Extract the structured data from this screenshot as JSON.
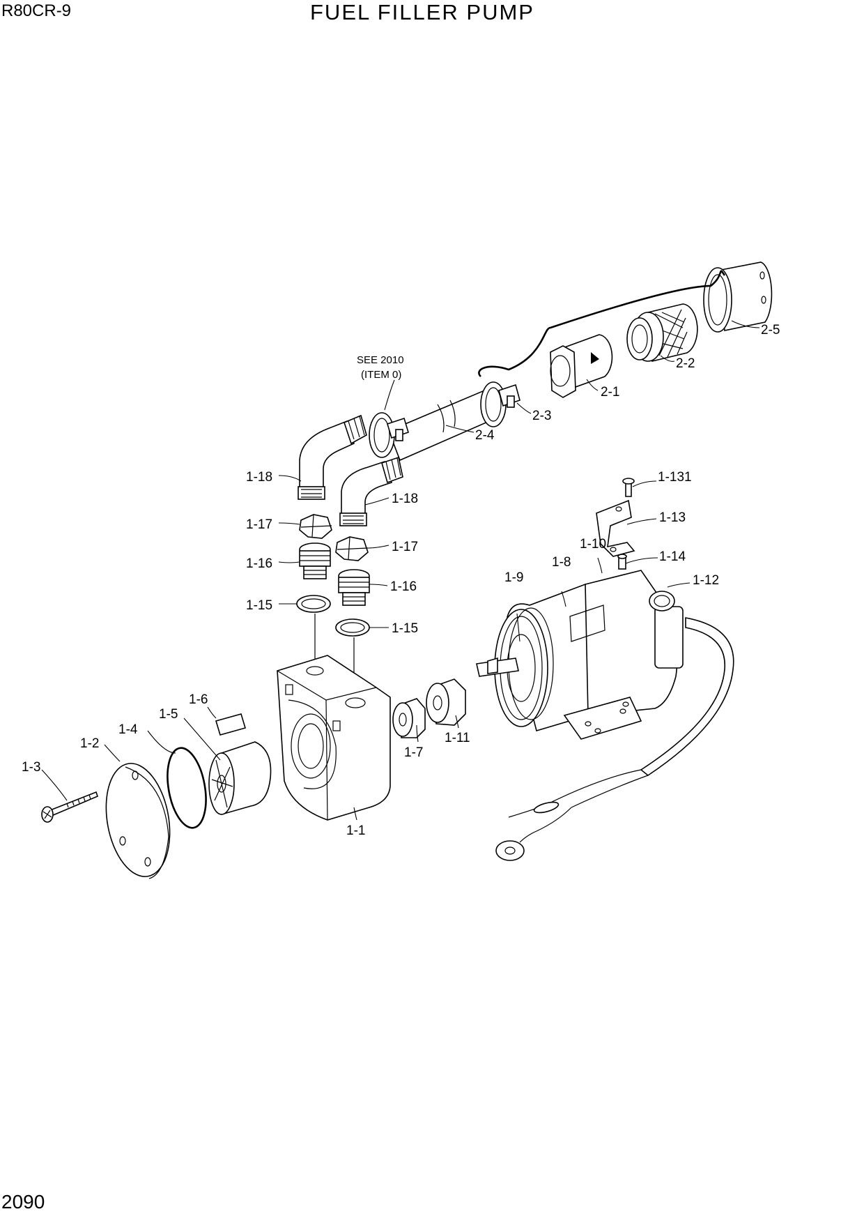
{
  "header": {
    "model": "R80CR-9",
    "title": "FUEL FILLER PUMP"
  },
  "footer": {
    "page_number": "2090"
  },
  "diagram": {
    "note_line1": "SEE 2010",
    "note_line2": "(ITEM 0)",
    "labels": {
      "p1_1": "1-1",
      "p1_2": "1-2",
      "p1_3": "1-3",
      "p1_4": "1-4",
      "p1_5": "1-5",
      "p1_6": "1-6",
      "p1_7": "1-7",
      "p1_8": "1-8",
      "p1_9": "1-9",
      "p1_10": "1-10",
      "p1_11": "1-11",
      "p1_12": "1-12",
      "p1_13": "1-13",
      "p1_14": "1-14",
      "p1_131": "1-131",
      "p1_15a": "1-15",
      "p1_15b": "1-15",
      "p1_16a": "1-16",
      "p1_16b": "1-16",
      "p1_17a": "1-17",
      "p1_17b": "1-17",
      "p1_18a": "1-18",
      "p1_18b": "1-18",
      "p2_1": "2-1",
      "p2_2": "2-2",
      "p2_3": "2-3",
      "p2_4": "2-4",
      "p2_5": "2-5"
    }
  }
}
